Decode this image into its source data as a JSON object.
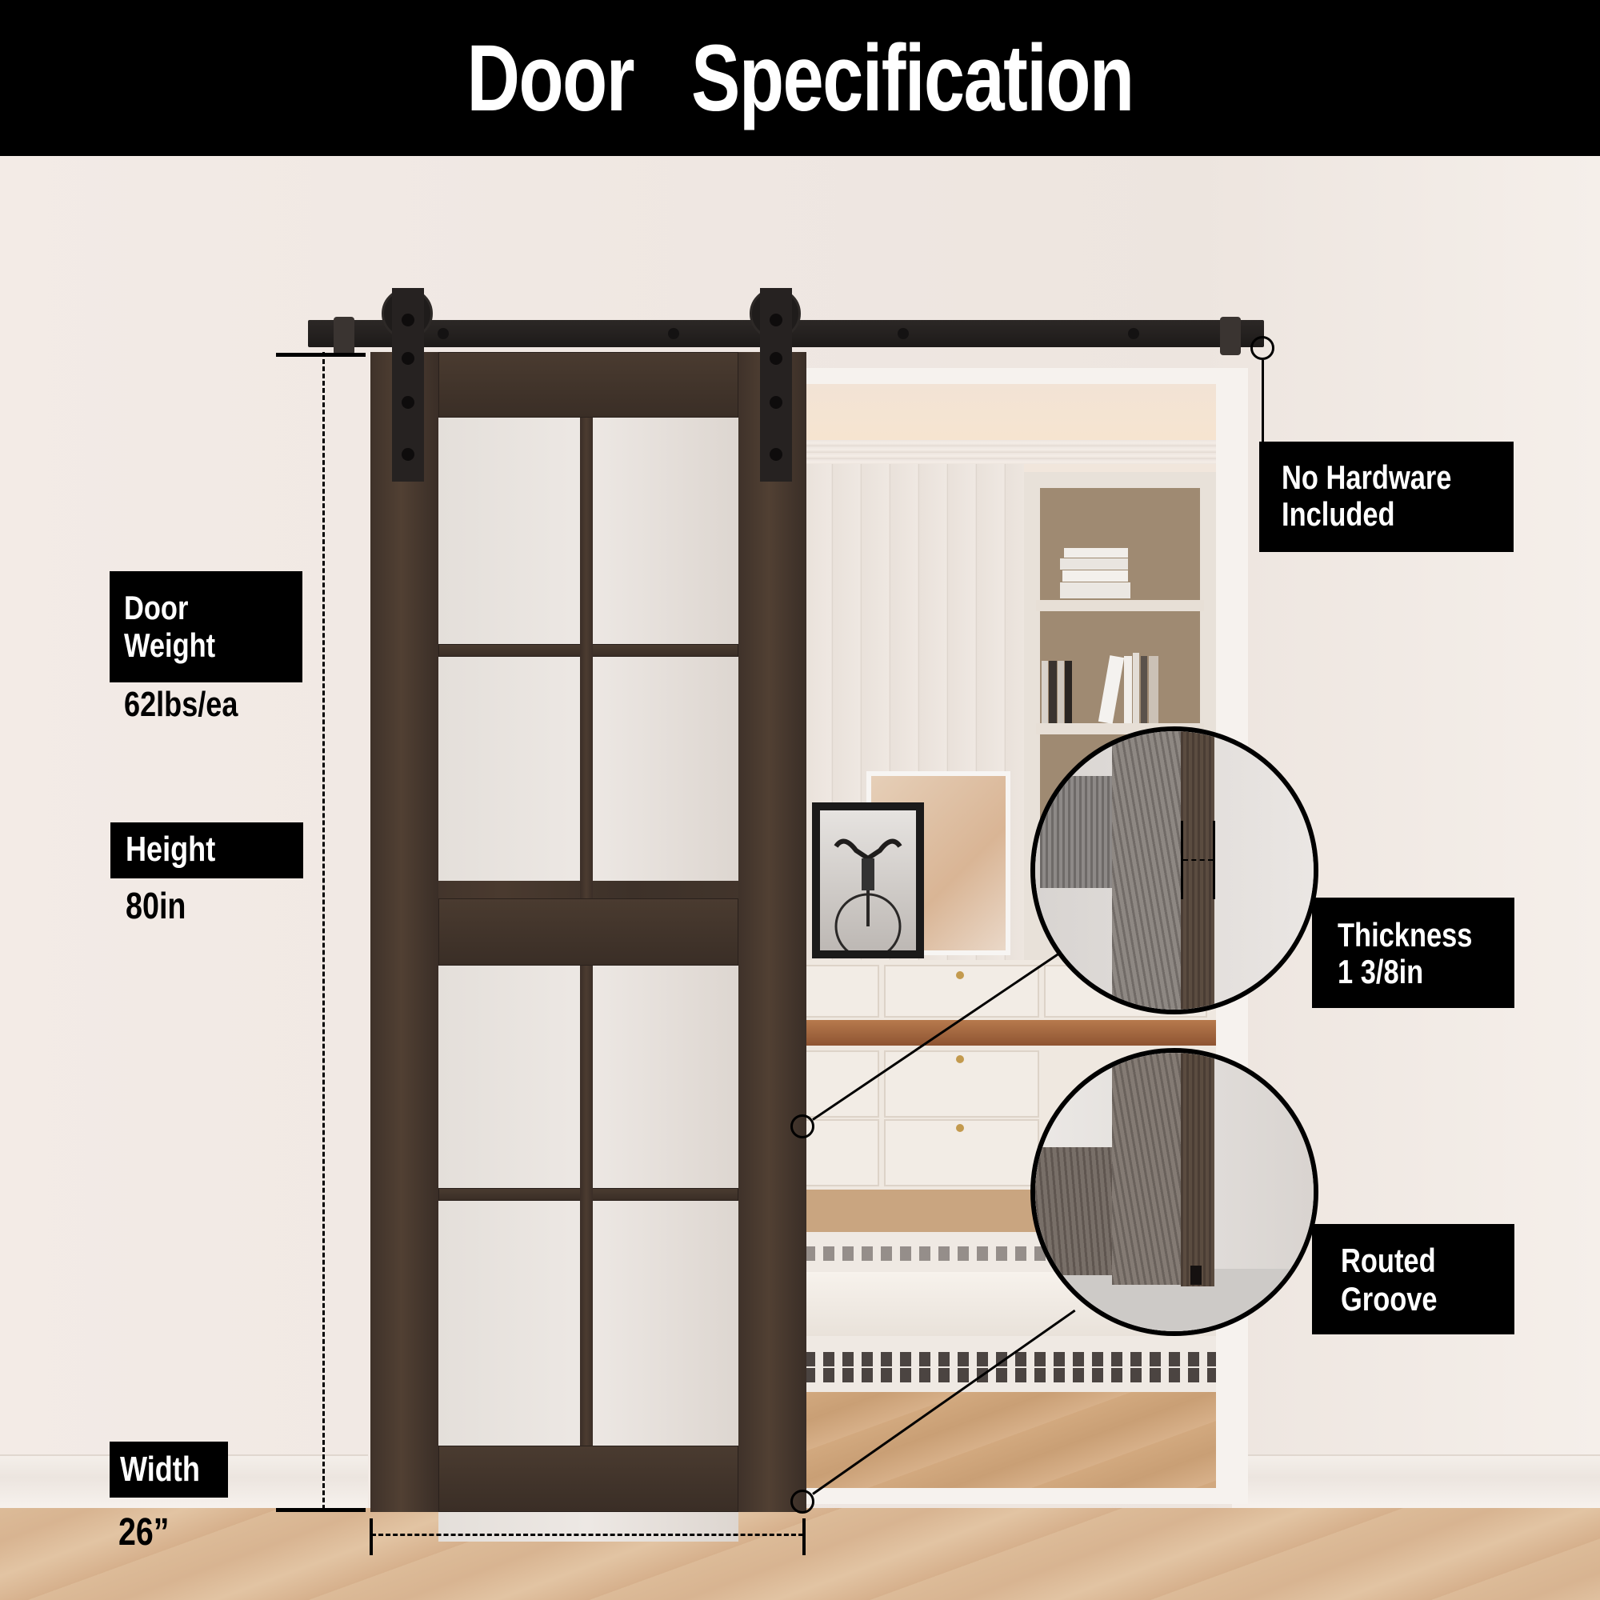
{
  "header": {
    "title": "Door   Specification"
  },
  "specs": {
    "door_weight": {
      "label_line1": "Door",
      "label_line2": "Weight",
      "value": "62lbs/ea"
    },
    "height": {
      "label": "Height",
      "value": "80in"
    },
    "width": {
      "label": "Width",
      "value": "26”"
    },
    "hardware": {
      "line1": "No Hardware",
      "line2": "Included"
    },
    "thickness": {
      "line1": "Thickness",
      "line2": "1  3/8in"
    },
    "groove": {
      "line1": "Routed",
      "line2": "Groove"
    }
  },
  "colors": {
    "label_bg": "#000000",
    "label_text": "#ffffff",
    "wall": "#efe7e2",
    "door_wood": "#45372d",
    "track": "#1f1b1a",
    "floor": "#dcbb98"
  },
  "product": {
    "type": "sliding barn door",
    "panel_layout": "8-lite glass with mid rail",
    "callouts": [
      "thickness detail",
      "routed groove detail",
      "track end"
    ]
  }
}
